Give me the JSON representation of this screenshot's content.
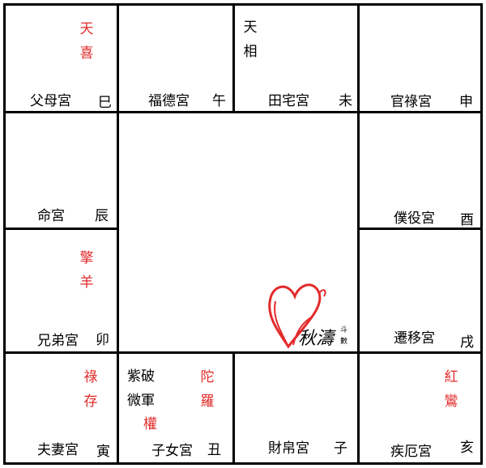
{
  "palaces": {
    "si": {
      "name": "父母宮",
      "branch": "巳",
      "stars_red": "天喜"
    },
    "wu": {
      "name": "福德宮",
      "branch": "午"
    },
    "wei": {
      "name": "田宅宮",
      "branch": "未",
      "stars_black": "天相"
    },
    "shen": {
      "name": "官祿宮",
      "branch": "申"
    },
    "chen": {
      "name": "命宮",
      "branch": "辰"
    },
    "you": {
      "name": "僕役宮",
      "branch": "酉"
    },
    "mao": {
      "name": "兄弟宮",
      "branch": "卯",
      "stars_red": "擎羊"
    },
    "xu": {
      "name": "遷移宮",
      "branch": "戌"
    },
    "yin": {
      "name": "夫妻宮",
      "branch": "寅",
      "stars_red": "祿存"
    },
    "chou": {
      "name": "子女宮",
      "branch": "丑",
      "stars_line1": "紫破",
      "stars_line2": "微軍",
      "stars_red": "陀羅",
      "hua": "權"
    },
    "zi": {
      "name": "財帛宮",
      "branch": "子"
    },
    "hai": {
      "name": "疾厄宮",
      "branch": "亥",
      "stars_red": "紅鸞"
    }
  },
  "logo": {
    "text_main": "秋濤",
    "text_side1": "斗",
    "text_side2": "數"
  },
  "colors": {
    "red": "#e32a2a",
    "line": "#000000"
  }
}
